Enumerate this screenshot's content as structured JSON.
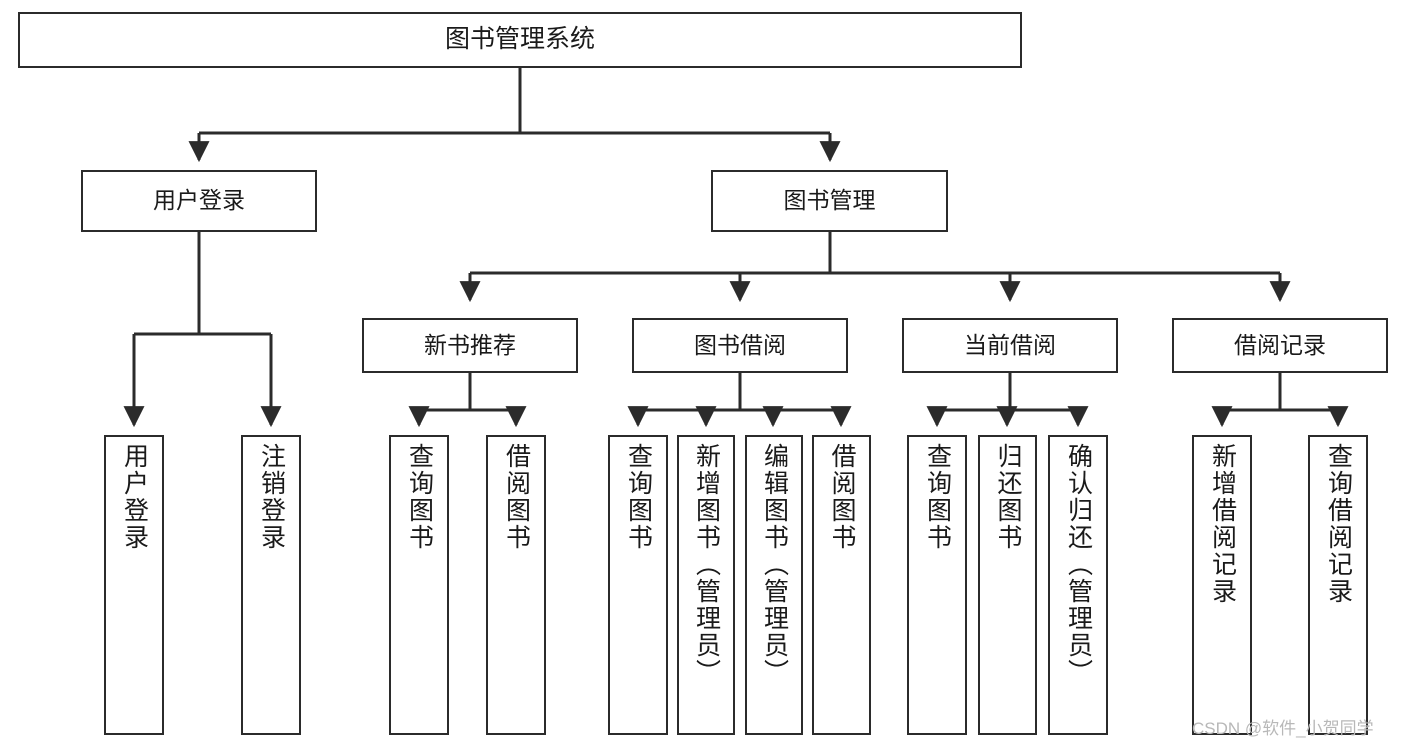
{
  "diagram": {
    "title": "图书管理系统",
    "type": "tree-hierarchy",
    "line_color": "#2b2b2b",
    "box_fill": "#ffffff",
    "text_color": "#1a1a1a"
  },
  "watermark": {
    "text": "CSDN @软件_小贺同学",
    "color": "#b8b8b8"
  },
  "nodes": {
    "root": {
      "label": "图书管理系统"
    },
    "level2": [
      {
        "label": "用户登录"
      },
      {
        "label": "图书管理"
      }
    ],
    "level3": [
      {
        "label": "新书推荐"
      },
      {
        "label": "图书借阅"
      },
      {
        "label": "当前借阅"
      },
      {
        "label": "借阅记录"
      }
    ],
    "leaves": {
      "user_login": [
        {
          "label": "用户登录"
        },
        {
          "label": "注销登录"
        }
      ],
      "new_book_recommend": [
        {
          "label": "查询图书"
        },
        {
          "label": "借阅图书"
        }
      ],
      "book_borrow": [
        {
          "label": "查询图书"
        },
        {
          "label": "新增图书（管理员）"
        },
        {
          "label": "编辑图书（管理员）"
        },
        {
          "label": "借阅图书"
        }
      ],
      "current_borrow": [
        {
          "label": "查询图书"
        },
        {
          "label": "归还图书"
        },
        {
          "label": "确认归还（管理员）"
        }
      ],
      "borrow_record": [
        {
          "label": "新增借阅记录"
        },
        {
          "label": "查询借阅记录"
        }
      ]
    }
  }
}
